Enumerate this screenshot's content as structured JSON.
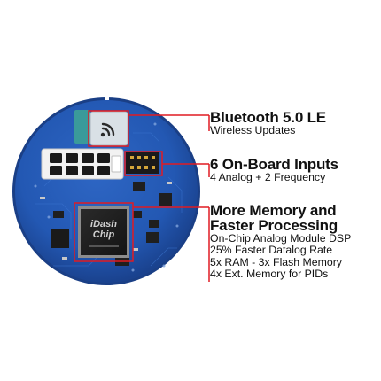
{
  "features": [
    {
      "title_lines": [
        "Bluetooth 5.0 LE"
      ],
      "details": [
        "Wireless Updates"
      ]
    },
    {
      "title_lines": [
        "6 On-Board Inputs"
      ],
      "details": [
        "4 Analog + 2 Frequency"
      ]
    },
    {
      "title_lines": [
        "More Memory and",
        "Faster Processing"
      ],
      "details": [
        "On-Chip Analog Module DSP",
        "25% Faster Datalog Rate",
        "5x RAM - 3x Flash Memory",
        "4x Ext. Memory for PIDs"
      ]
    }
  ],
  "board": {
    "chip_logo_text": [
      "iDash",
      "Chip"
    ],
    "icons": [
      "wifi-icon"
    ],
    "colors": {
      "pcb": "#2358b3",
      "pcb_edge": "#1a3f86",
      "callout_line": "#e11b22",
      "chip": "#1e1e1e",
      "module": "#d9e0e6",
      "connector": "#1a1a1a"
    }
  }
}
